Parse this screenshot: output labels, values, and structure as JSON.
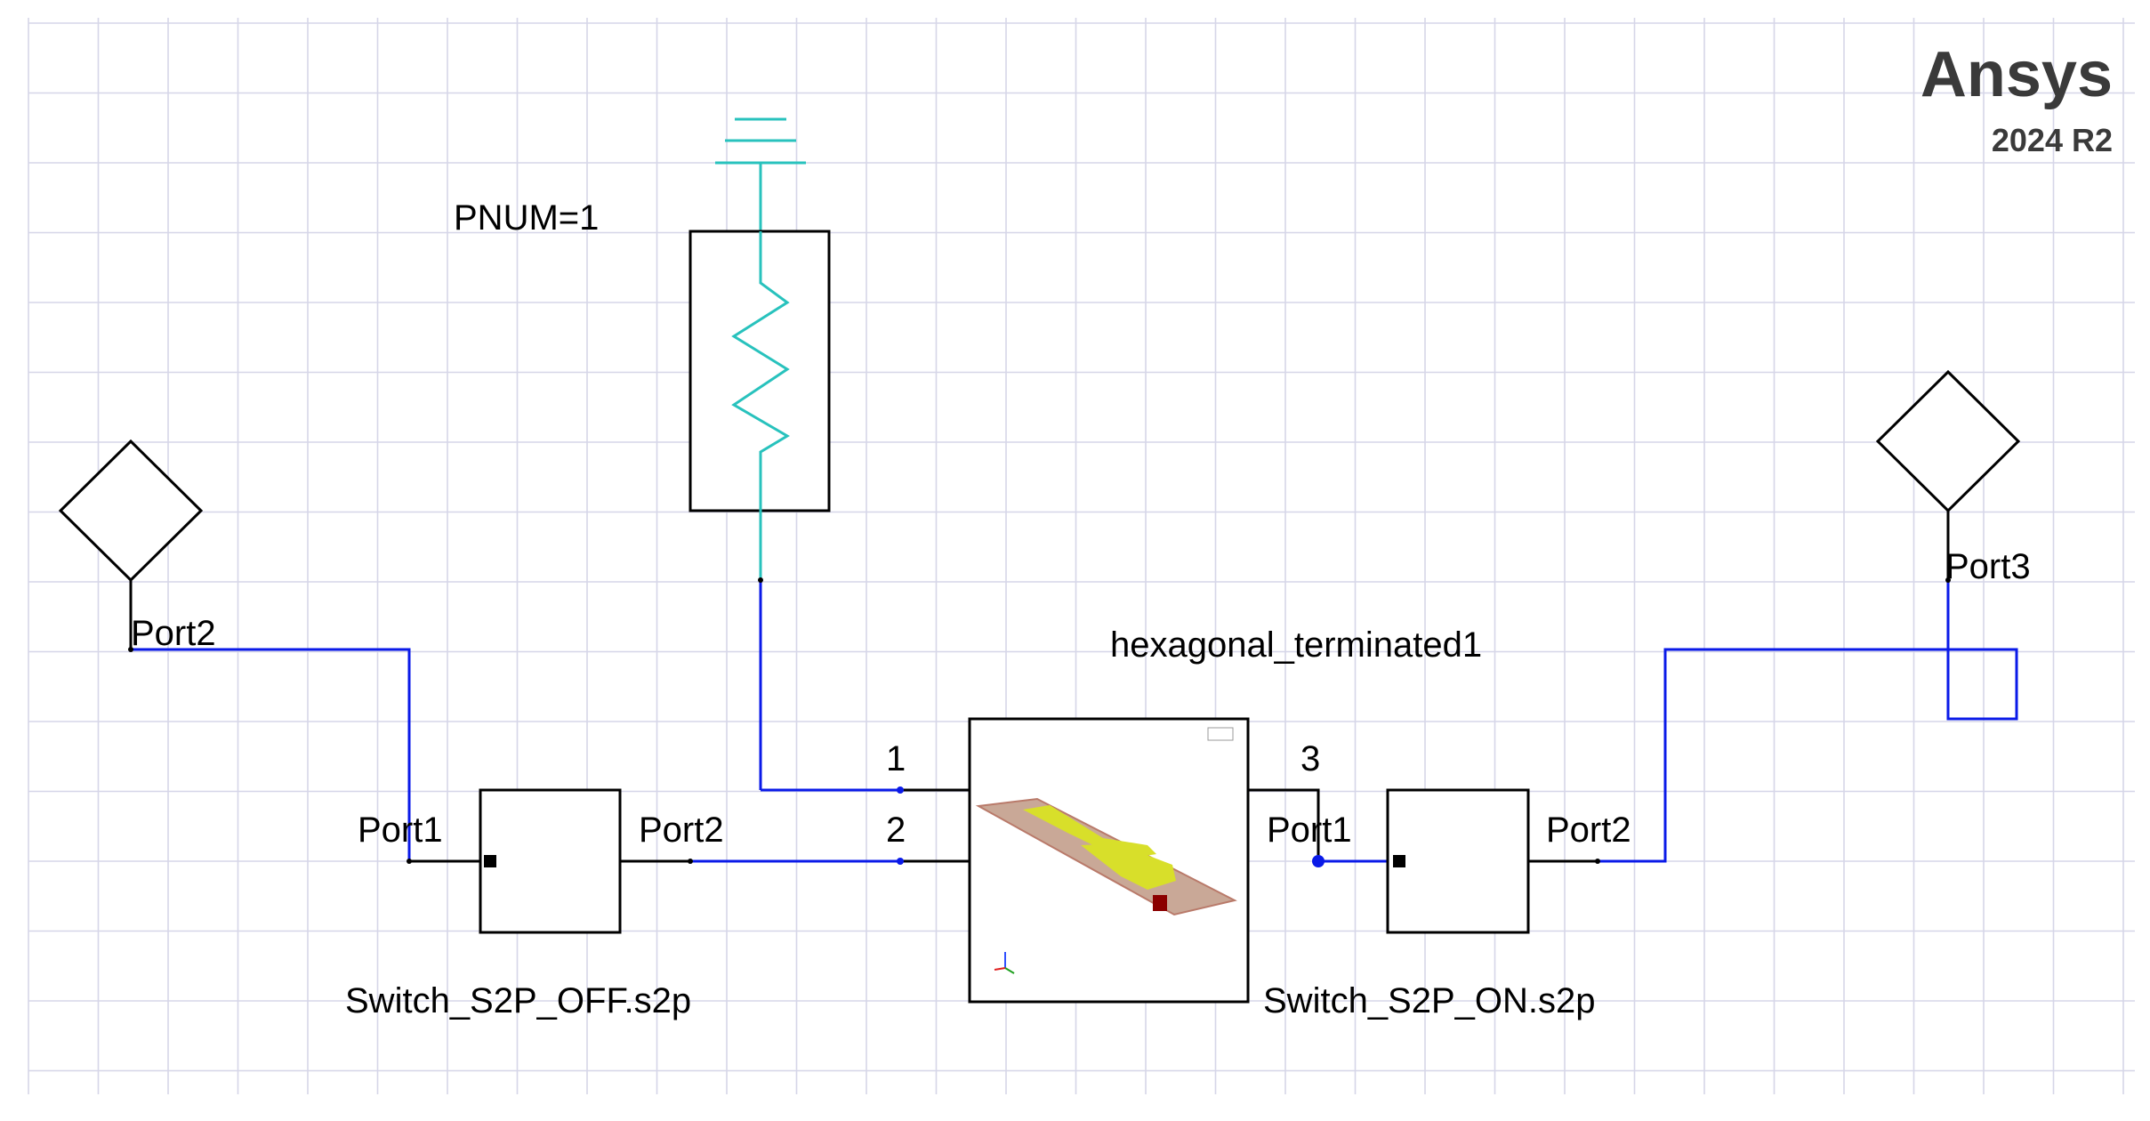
{
  "brand": {
    "name": "Ansys",
    "version": "2024 R2"
  },
  "components": {
    "port_left": {
      "label": "Port2"
    },
    "port_right": {
      "label": "Port3"
    },
    "resistor": {
      "param": "PNUM=1"
    },
    "switch_off": {
      "name": "Switch_S2P_OFF.s2p",
      "pin1_label": "Port1",
      "pin2_label": "Port2"
    },
    "switch_on": {
      "name": "Switch_S2P_ON.s2p",
      "pin1_label": "Port1",
      "pin2_label": "Port2"
    },
    "hfss_model": {
      "name": "hexagonal_terminated1",
      "pin1_label": "1",
      "pin2_label": "2",
      "pin3_label": "3"
    }
  },
  "colors": {
    "wire": "#0a1ae8",
    "ground_wire": "#28c2bd",
    "grid": "#d6d6e8",
    "component_outline": "#000000"
  }
}
